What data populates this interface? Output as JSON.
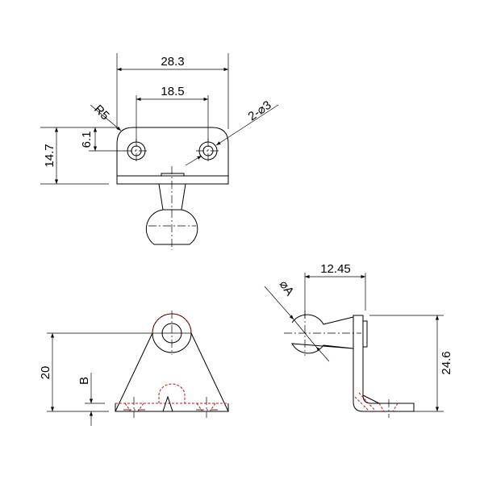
{
  "drawing": {
    "top_view": {
      "width": "28.3",
      "hole_spacing": "18.5",
      "corner_radius": "R5",
      "hole_callout": "2-⌀3",
      "height": "14.7",
      "hole_offset": "6.1"
    },
    "front_view": {
      "height": "20",
      "thickness": "B"
    },
    "side_view": {
      "ball_offset": "12.45",
      "ball_diameter": "⌀A",
      "total_height": "24.6"
    },
    "colors": {
      "outline": "#000000",
      "hidden_line": "#d01010"
    }
  }
}
